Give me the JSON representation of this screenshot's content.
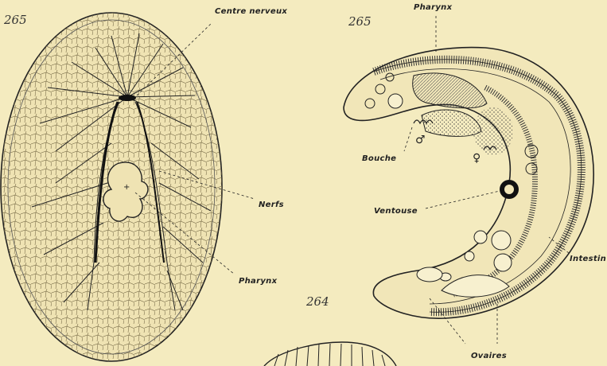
{
  "figure_numbers": {
    "left": "265",
    "right": "265",
    "bottom": "264"
  },
  "labels": {
    "centre_nerveux": "Centre nerveux",
    "nerfs": "Nerfs",
    "pharynx_left": "Pharynx",
    "pharynx_right": "Pharynx",
    "bouche": "Bouche",
    "ventouse": "Ventouse",
    "intestin": "Intestin",
    "ovaires": "Ovaires"
  },
  "symbols": {
    "male": "♂",
    "female": "♀"
  }
}
